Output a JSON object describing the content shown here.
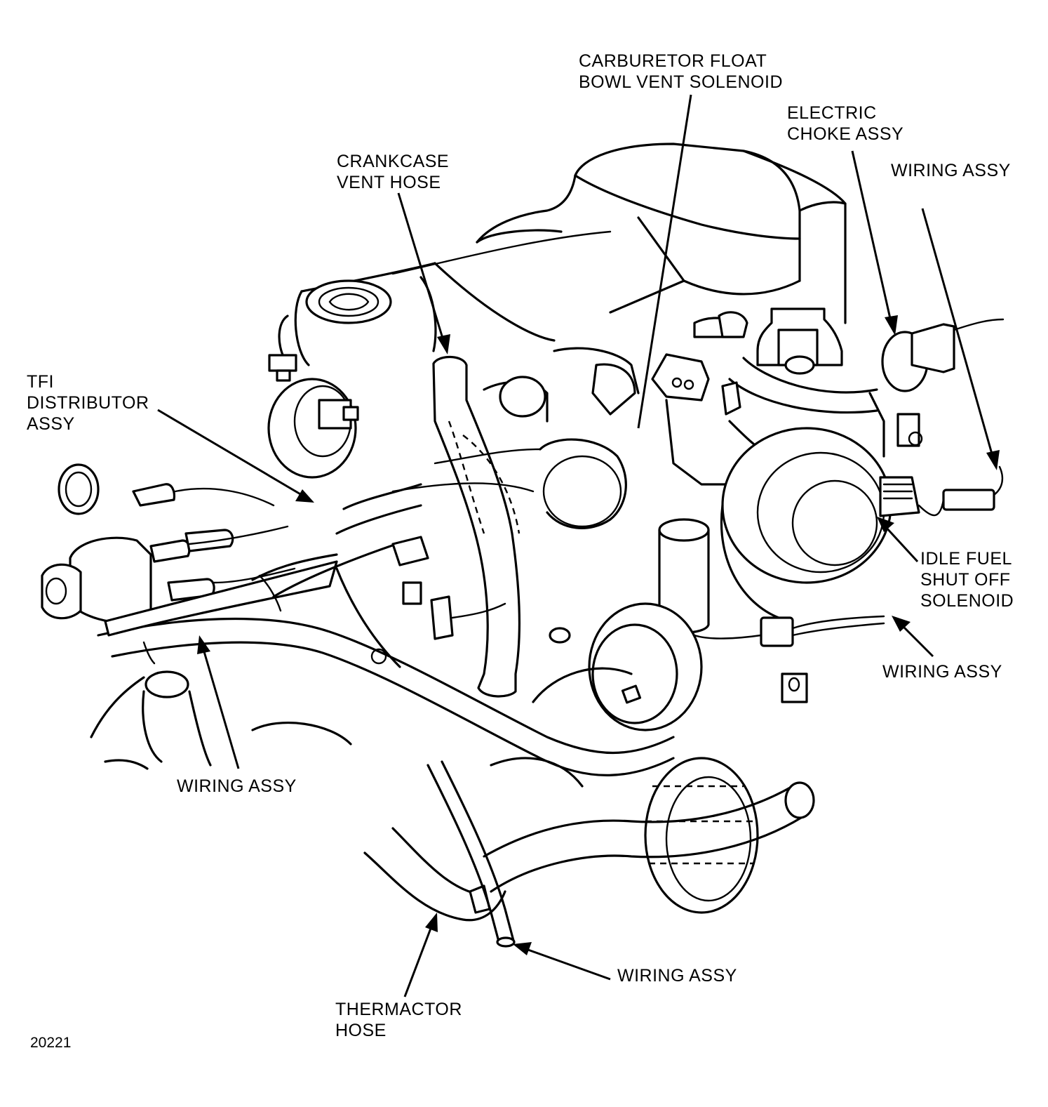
{
  "figure_number": "20221",
  "labels": {
    "carb_float_bowl": "CARBURETOR FLOAT\nBOWL VENT SOLENOID",
    "electric_choke": "ELECTRIC\nCHOKE ASSY",
    "wiring_top_right": "WIRING ASSY",
    "crankcase_vent": "CRANKCASE\nVENT HOSE",
    "tfi_distributor": "TFI\nDISTRIBUTOR\nASSY",
    "idle_fuel": "IDLE FUEL\nSHUT OFF\nSOLENOID",
    "wiring_right": "WIRING ASSY",
    "wiring_left": "WIRING ASSY",
    "wiring_bottom": "WIRING ASSY",
    "thermactor_hose": "THERMACTOR\nHOSE"
  }
}
